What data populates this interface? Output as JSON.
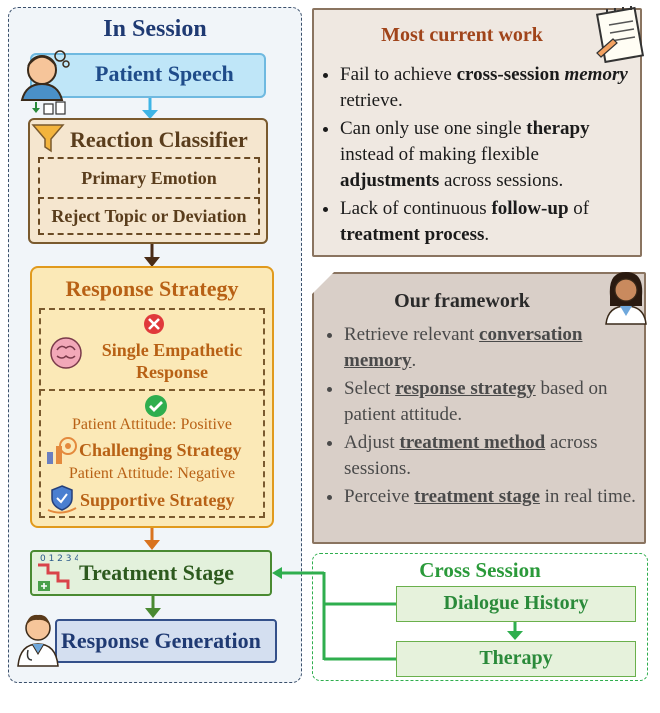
{
  "in_session": {
    "title": "In Session",
    "patient_speech": "Patient Speech",
    "reaction_classifier": {
      "title": "Reaction Classifier",
      "items": [
        "Primary Emotion",
        "Reject Topic or Deviation"
      ]
    },
    "response_strategy": {
      "title": "Response Strategy",
      "single_line1": "Single Empathetic",
      "single_line2": "Response",
      "attitude_positive": "Patient Attitude: Positive",
      "challenging": "Challenging Strategy",
      "attitude_negative": "Patient Attitude: Negative",
      "supportive": "Supportive Strategy"
    },
    "treatment_stage": "Treatment Stage",
    "response_generation": "Response Generation"
  },
  "most_current_work": {
    "title": "Most current work",
    "bullets": [
      {
        "pre": "Fail to achieve ",
        "bold": "cross-session ",
        "italic_bold": "memory",
        "post": " retrieve."
      },
      {
        "pre": "Can only use one single ",
        "bold": "therapy",
        "mid": " instead of making flexible ",
        "bold2": "adjustments",
        "post": " across sessions."
      },
      {
        "pre": "Lack of continuous ",
        "bold": "follow-up",
        "mid": " of ",
        "bold2": "treatment process",
        "post": "."
      }
    ]
  },
  "our_framework": {
    "title": "Our framework",
    "bullets": [
      {
        "pre": "Retrieve relevant ",
        "bold": "conversation memory",
        "post": "."
      },
      {
        "pre": "Select ",
        "bold": "response strategy",
        "post": " based on patient attitude."
      },
      {
        "pre": "Adjust ",
        "bold": "treatment method",
        "post": " across sessions."
      },
      {
        "pre": "Perceive ",
        "bold": "treatment stage",
        "post": " in real time."
      }
    ]
  },
  "cross_session": {
    "title": "Cross Session",
    "dialogue_history": "Dialogue  History",
    "therapy": "Therapy"
  },
  "colors": {
    "session_border": "#3a4f6b",
    "patient_fill": "#bfe6f8",
    "classifier_fill": "#f5e6cf",
    "strategy_fill": "#fbe9b7",
    "stage_fill": "#e3f1dc",
    "generation_fill": "#d4dff0",
    "cross_green": "#2fae4e",
    "reject_red": "#e0393b",
    "accept_green": "#2fae4e"
  },
  "icons": [
    "patient-icon",
    "filter-icon",
    "brain-icon",
    "cross-icon",
    "check-icon",
    "challenge-icon",
    "support-icon",
    "stairs-icon",
    "doctor-icon",
    "notepad-icon",
    "therapist-icon"
  ]
}
